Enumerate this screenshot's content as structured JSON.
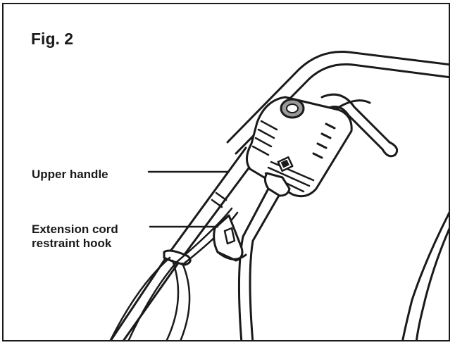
{
  "figure": {
    "title": "Fig. 2"
  },
  "labels": {
    "upper_handle": "Upper handle",
    "hook_line1": "Extension cord",
    "hook_line2": "restraint hook"
  },
  "colors": {
    "ink": "#1a1a1a",
    "fill_gray": "#9a9a9a",
    "background": "#ffffff"
  }
}
